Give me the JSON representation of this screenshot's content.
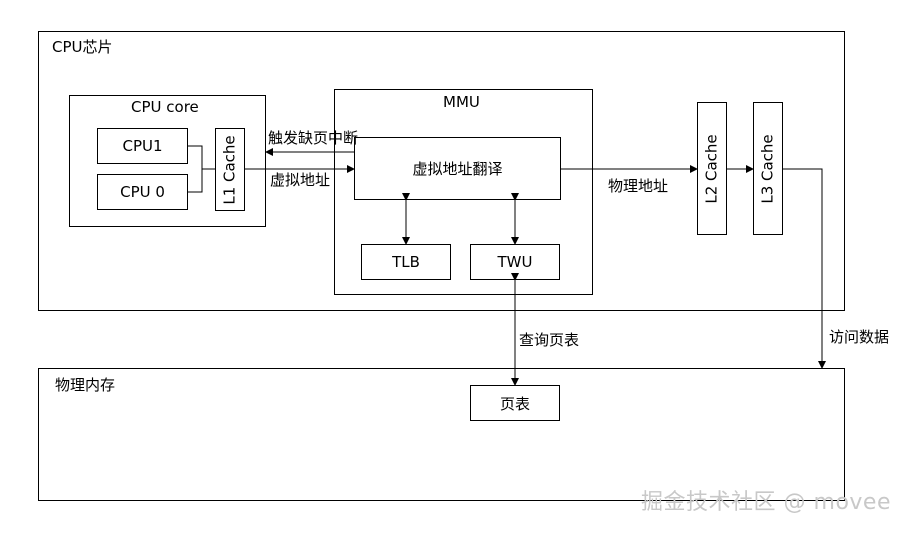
{
  "cpu_chip": {
    "label": "CPU芯片"
  },
  "cpu_core": {
    "label": "CPU core",
    "cpu1": "CPU1",
    "cpu0": "CPU 0",
    "l1_cache": "L1 Cache"
  },
  "mmu": {
    "label": "MMU",
    "translate": "虚拟地址翻译",
    "tlb": "TLB",
    "twu": "TWU"
  },
  "l2_cache": "L2 Cache",
  "l3_cache": "L3 Cache",
  "edges": {
    "page_fault": "触发缺页中断",
    "virtual_address": "虚拟地址",
    "physical_address": "物理地址",
    "query_page_table": "查询页表",
    "access_data": "访问数据"
  },
  "memory": {
    "label": "物理内存",
    "page_table": "页表"
  },
  "watermark": "掘金技术社区 @ movee"
}
